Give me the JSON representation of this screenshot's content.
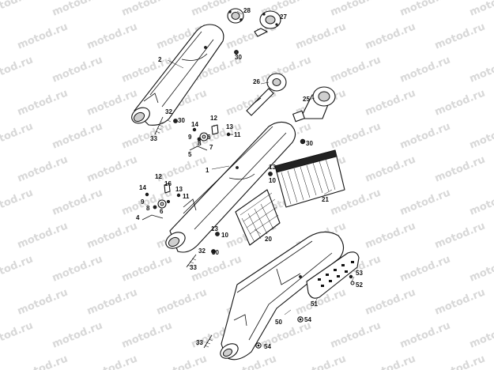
{
  "watermark": "motod.ru",
  "callouts": [
    {
      "id": "c28",
      "text": "28"
    },
    {
      "id": "c27",
      "text": "27"
    },
    {
      "id": "c2",
      "text": "2"
    },
    {
      "id": "c30a",
      "text": "30"
    },
    {
      "id": "c26",
      "text": "26"
    },
    {
      "id": "c25",
      "text": "25"
    },
    {
      "id": "c32a",
      "text": "32"
    },
    {
      "id": "c30b",
      "text": "30"
    },
    {
      "id": "c33a",
      "text": "33"
    },
    {
      "id": "c12a",
      "text": "12"
    },
    {
      "id": "c14a",
      "text": "14"
    },
    {
      "id": "c13a",
      "text": "13"
    },
    {
      "id": "c11a",
      "text": "11"
    },
    {
      "id": "c9a",
      "text": "9"
    },
    {
      "id": "c6a",
      "text": "6"
    },
    {
      "id": "c8a",
      "text": "8"
    },
    {
      "id": "c7a",
      "text": "7"
    },
    {
      "id": "c5",
      "text": "5"
    },
    {
      "id": "c30c",
      "text": "30"
    },
    {
      "id": "c1",
      "text": "1"
    },
    {
      "id": "c13b",
      "text": "13"
    },
    {
      "id": "c10a",
      "text": "10"
    },
    {
      "id": "c12b",
      "text": "12"
    },
    {
      "id": "c16",
      "text": "16"
    },
    {
      "id": "c14b",
      "text": "14"
    },
    {
      "id": "c13c",
      "text": "13"
    },
    {
      "id": "c11b",
      "text": "11"
    },
    {
      "id": "c9b",
      "text": "9"
    },
    {
      "id": "c8b",
      "text": "8"
    },
    {
      "id": "c6b",
      "text": "6"
    },
    {
      "id": "c4",
      "text": "4"
    },
    {
      "id": "c21",
      "text": "21"
    },
    {
      "id": "c13d",
      "text": "13"
    },
    {
      "id": "c10b",
      "text": "10"
    },
    {
      "id": "c20",
      "text": "20"
    },
    {
      "id": "c32b",
      "text": "32"
    },
    {
      "id": "c30d",
      "text": "30"
    },
    {
      "id": "c33b",
      "text": "33"
    },
    {
      "id": "c53",
      "text": "53"
    },
    {
      "id": "c52",
      "text": "52"
    },
    {
      "id": "c51",
      "text": "51"
    },
    {
      "id": "c50",
      "text": "50"
    },
    {
      "id": "c54a",
      "text": "54"
    },
    {
      "id": "c33c",
      "text": "33"
    },
    {
      "id": "c54b",
      "text": "54"
    }
  ]
}
